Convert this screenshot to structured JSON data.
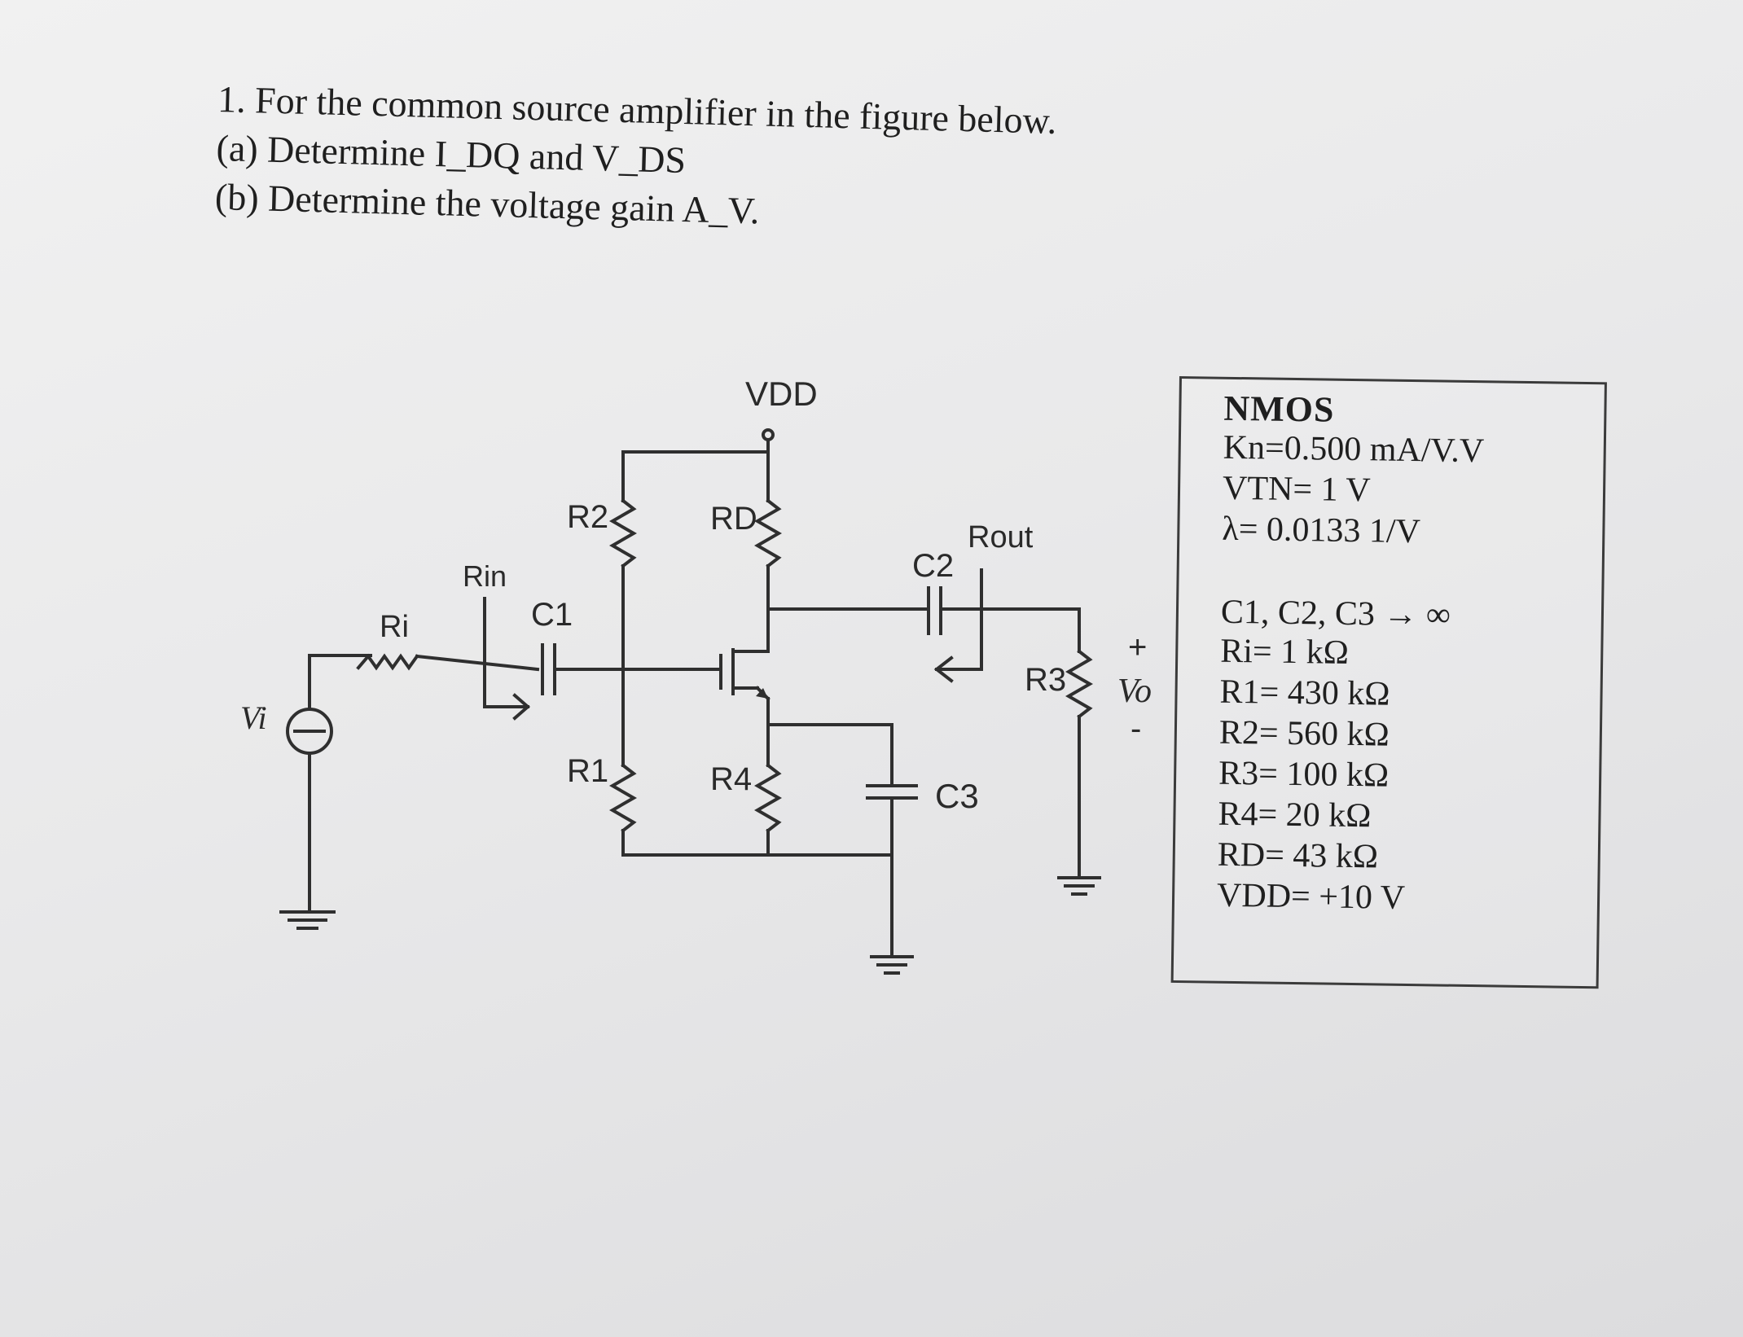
{
  "question": {
    "line1": "1. For the common source amplifier in the figure below.",
    "line2": "(a) Determine I_DQ and V_DS",
    "line3": "(b) Determine the voltage gain A_V."
  },
  "circuit": {
    "vdd": "VDD",
    "r2": "R2",
    "rd": "RD",
    "r1": "R1",
    "r4": "R4",
    "r3": "R3",
    "ri": "Ri",
    "rin": "Rin",
    "rout": "Rout",
    "c1": "C1",
    "c2": "C2",
    "c3": "C3",
    "vi": "Vi",
    "vo": "Vo",
    "plus": "+",
    "minus": "-"
  },
  "parameters": {
    "title": "NMOS",
    "kn": "Kn=0.500 mA/V.V",
    "vtn": "VTN= 1 V",
    "lambda": "λ= 0.0133 1/V",
    "caps": "C1, C2, C3 → ∞",
    "ri": "Ri= 1 kΩ",
    "r1": "R1= 430 kΩ",
    "r2": "R2= 560 kΩ",
    "r3": "R3= 100 kΩ",
    "r4": "R4= 20 kΩ",
    "rd": "RD= 43 kΩ",
    "vdd": "VDD= +10 V"
  }
}
